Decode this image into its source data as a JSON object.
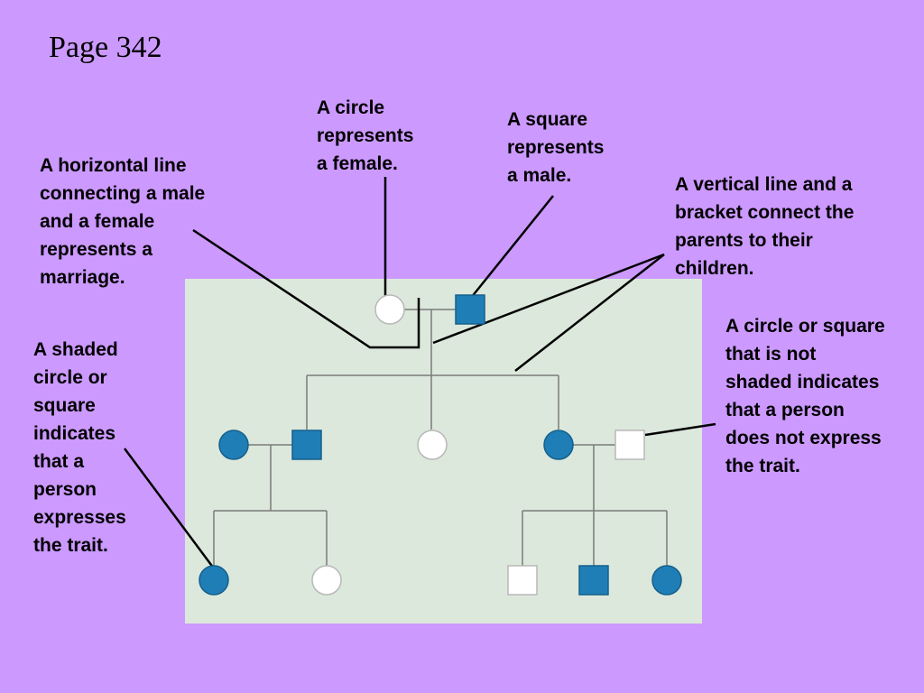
{
  "colors": {
    "background": "#cc99ff",
    "panel": "#dce8dc",
    "shaded": "#1f7eb5",
    "unshaded": "#ffffff",
    "pedigree_line": "#7a7a7a",
    "pointer_line": "#000000"
  },
  "title": "Page 342",
  "labels": {
    "circle": "A circle\nrepresents\na female.",
    "square": "A square\nrepresents\na male.",
    "horizontal_line": "A horizontal line\nconnecting a male\nand a female\nrepresents a\nmarriage.",
    "vertical_line": "A vertical line and a\nbracket connect the\nparents to their\nchildren.",
    "shaded": "A shaded\ncircle or\nsquare\nindicates\nthat a\nperson\nexpresses\nthe trait.",
    "unshaded": "A circle or square\nthat is not\nshaded indicates\nthat a person\ndoes not express\nthe trait."
  },
  "pedigree": {
    "generation_1": [
      {
        "sex": "female",
        "shaded": false
      },
      {
        "sex": "male",
        "shaded": true
      }
    ],
    "generation_2": [
      {
        "sex": "female",
        "shaded": true
      },
      {
        "sex": "male",
        "shaded": true
      },
      {
        "sex": "female",
        "shaded": false
      },
      {
        "sex": "female",
        "shaded": true
      },
      {
        "sex": "male",
        "shaded": false
      }
    ],
    "generation_3": [
      {
        "sex": "female",
        "shaded": true
      },
      {
        "sex": "female",
        "shaded": false
      },
      {
        "sex": "male",
        "shaded": false
      },
      {
        "sex": "male",
        "shaded": true
      },
      {
        "sex": "female",
        "shaded": true
      }
    ]
  }
}
